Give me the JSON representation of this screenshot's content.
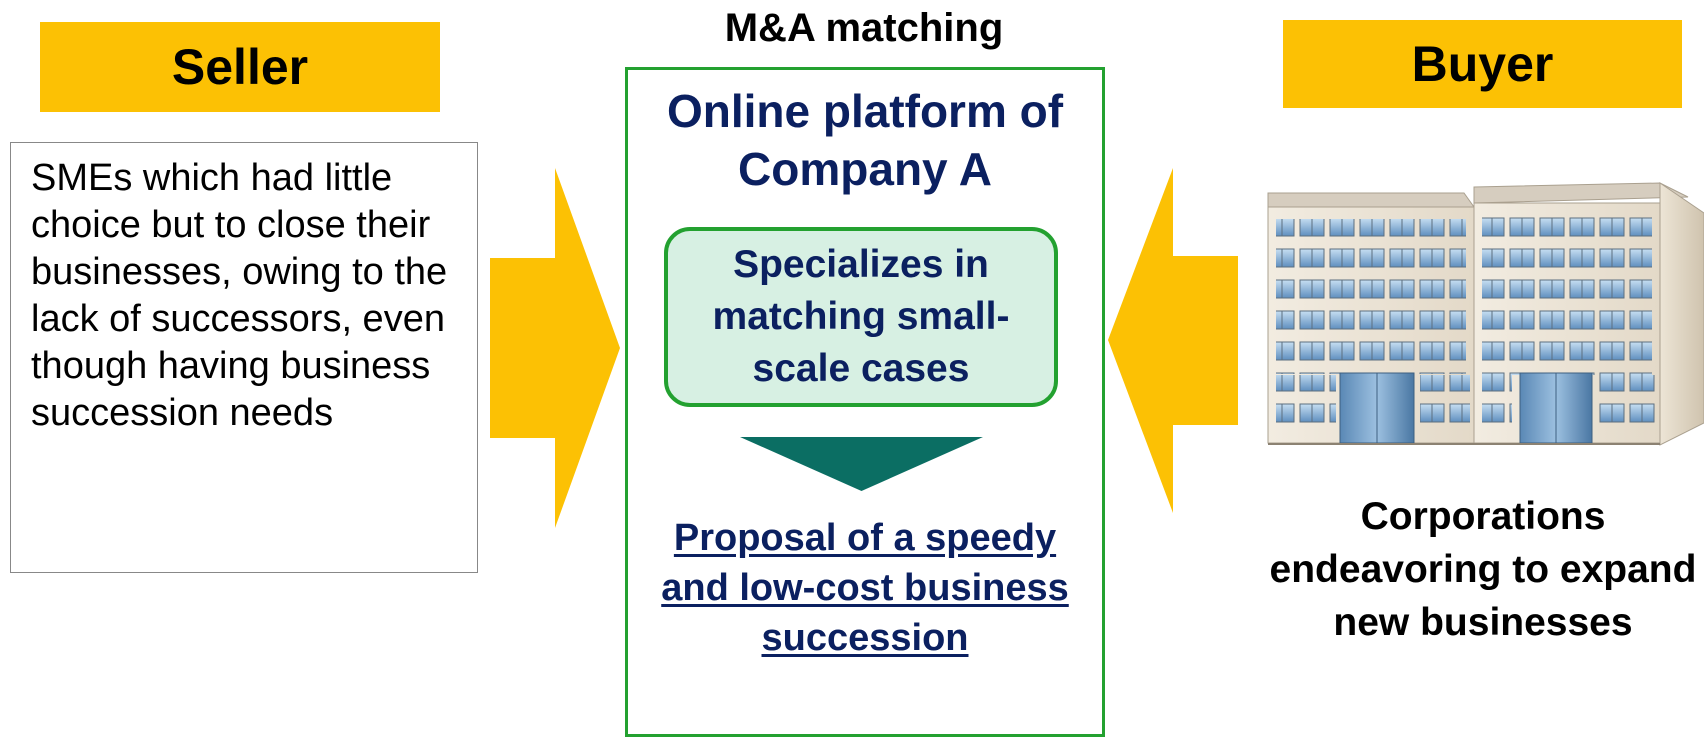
{
  "seller": {
    "label": "Seller",
    "description": "SMEs which had little choice but to close their businesses, owing to the lack of successors, even though having business succession needs"
  },
  "buyer": {
    "label": "Buyer",
    "description": "Corporations endeavoring to expand new businesses",
    "image_icon": "office-building-icon"
  },
  "platform": {
    "heading": "M&A matching",
    "title": "Online platform of Company A",
    "specialty": "Specializes in matching small-scale cases",
    "proposal": "Proposal of a speedy and low-cost business succession"
  },
  "colors": {
    "label_fill": "#fcc104",
    "arrow_fill": "#fcc104",
    "platform_border": "#23a130",
    "specialty_fill": "#d7f0e3",
    "down_arrow": "#0b6e63",
    "title_text": "#0b2060"
  }
}
